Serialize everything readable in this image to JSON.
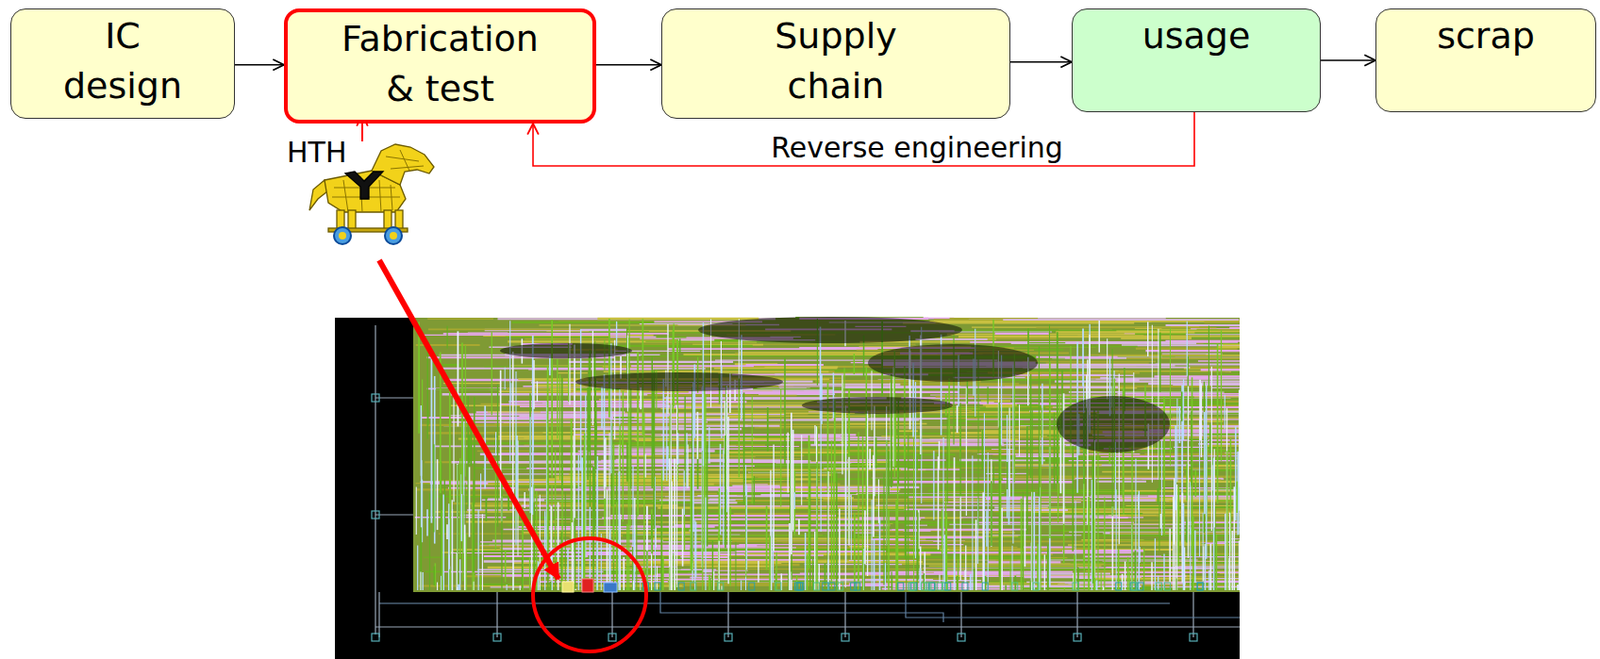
{
  "diagram": {
    "nodes": [
      {
        "text": [
          "IC design"
        ]
      },
      {
        "text": [
          "Fabrication & test"
        ]
      },
      {
        "text": [
          "Supply chain"
        ]
      },
      {
        "text": [
          "usage"
        ]
      },
      {
        "text": [
          "scrap"
        ]
      }
    ],
    "edges": [
      {
        "from": 0,
        "to": 1,
        "arrow": "to"
      },
      {
        "from": 1,
        "to": 2,
        "arrow": "to"
      },
      {
        "from": 2,
        "to": 3,
        "arrow": "to"
      },
      {
        "from": 3,
        "to": 4,
        "arrow": "to"
      },
      {
        "from": 3,
        "to": 1,
        "label": "Reverse engineering",
        "arrow": "to"
      }
    ],
    "labels": [
      "HTH"
    ]
  }
}
